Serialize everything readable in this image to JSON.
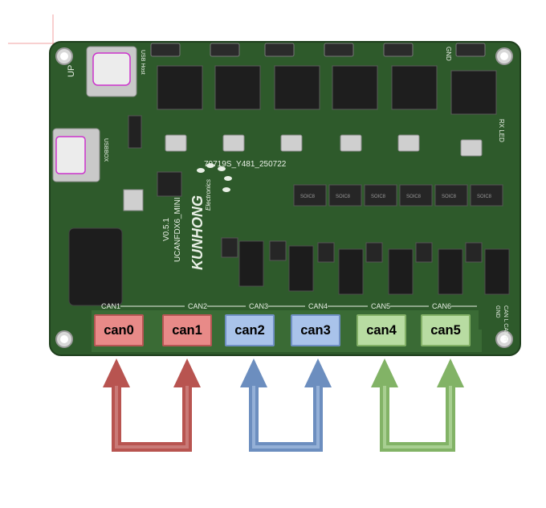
{
  "board": {
    "brand": "KUNHONG",
    "brand_sub": "Electronics",
    "model": "UCANFDX6_MINI",
    "version": "V0.5.1",
    "serial": "79719S_Y481_250722",
    "label_up": "UP",
    "label_usb_host": "USB Host",
    "label_usbbox": "USBBOX",
    "label_gnd_top": "GND",
    "label_led": "RX LED",
    "label_can_pins": "CAN L CAN H",
    "label_gnd_right": "GND",
    "chip_marking": "SOIC8"
  },
  "connectors": [
    {
      "silk": "CAN1",
      "label": "can0",
      "color": "red"
    },
    {
      "silk": "CAN2",
      "label": "can1",
      "color": "red"
    },
    {
      "silk": "CAN3",
      "label": "can2",
      "color": "blue"
    },
    {
      "silk": "CAN4",
      "label": "can3",
      "color": "blue"
    },
    {
      "silk": "CAN5",
      "label": "can4",
      "color": "green"
    },
    {
      "silk": "CAN6",
      "label": "can5",
      "color": "green"
    }
  ],
  "colors": {
    "pcb": "#2e5a2b",
    "red": "#b85450",
    "blue": "#6c8ebf",
    "green": "#82b366"
  }
}
